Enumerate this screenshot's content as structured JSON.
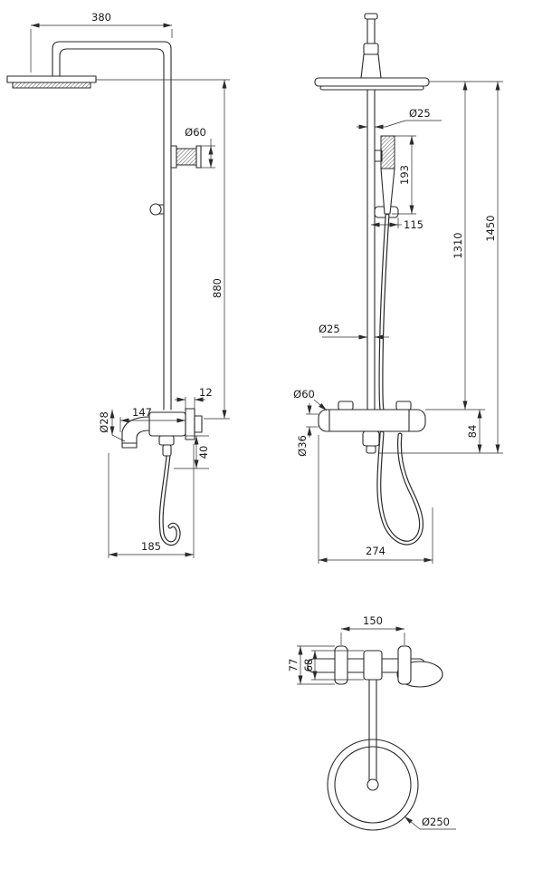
{
  "style": {
    "background": "#ffffff",
    "line_color": "#2a2a2a"
  },
  "dims": {
    "side": {
      "arm_reach": "380",
      "diverter_diameter": "Ø60",
      "column_height": "880",
      "flange_depth": "12",
      "spout_reach": "147",
      "inlet_diameter": "Ø28",
      "spout_drop": "40",
      "overall_reach": "185"
    },
    "front": {
      "pipe_top_diameter": "Ø25",
      "hand_shower_length": "193",
      "bracket_offset": "115",
      "column_length": "1310",
      "overall_height": "1450",
      "pipe_diameter": "Ø25",
      "body_diameter": "Ø60",
      "connector_diameter": "Ø36",
      "outlet_drop": "84",
      "overall_width": "274"
    },
    "top": {
      "handle_spacing": "150",
      "body_depth": "77",
      "spout_depth": "68",
      "head_diameter": "Ø250"
    }
  }
}
